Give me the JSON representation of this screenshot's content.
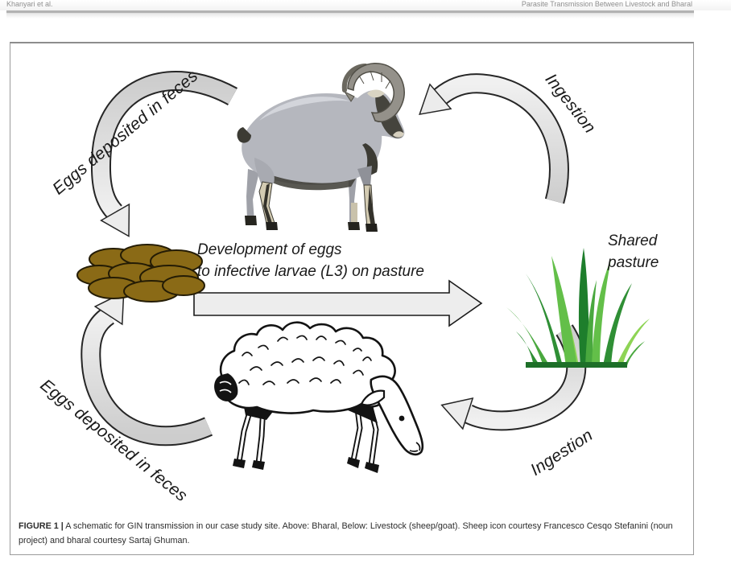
{
  "header": {
    "running_head_left": "Khanyari et al.",
    "running_head_right": "Parasite Transmission Between Livestock and Bharal"
  },
  "figure": {
    "cycle_labels": {
      "eggs_top": "Eggs deposited in feces",
      "eggs_bottom": "Eggs deposited in feces",
      "ingestion_top": "Ingestion",
      "ingestion_bottom": "Ingestion"
    },
    "center_process": {
      "line1": "Development of eggs",
      "line2": "to infective larvae (L3) on pasture"
    },
    "pasture_label": {
      "line1": "Shared",
      "line2": "pasture"
    },
    "icons": {
      "top_animal": "bharal-illustration",
      "bottom_animal": "sheep-illustration",
      "left_item": "feces-icon",
      "right_item": "grass-icon"
    },
    "caption": {
      "label": "FIGURE 1 |",
      "text": "A schematic for GIN transmission in our case study site. Above: Bharal, Below: Livestock (sheep/goat). Sheep icon courtesy Francesco Cesqo Stefanini (noun project) and bharal courtesy Sartaj Ghuman."
    },
    "colors": {
      "arrow_fill": "#e8e8e8",
      "arrow_outline": "#262626",
      "feces_brown": "#8a6a16",
      "grass_dark": "#1e7e2c",
      "grass_light": "#8ed455",
      "bharal_gray": "#b5b7be"
    }
  }
}
